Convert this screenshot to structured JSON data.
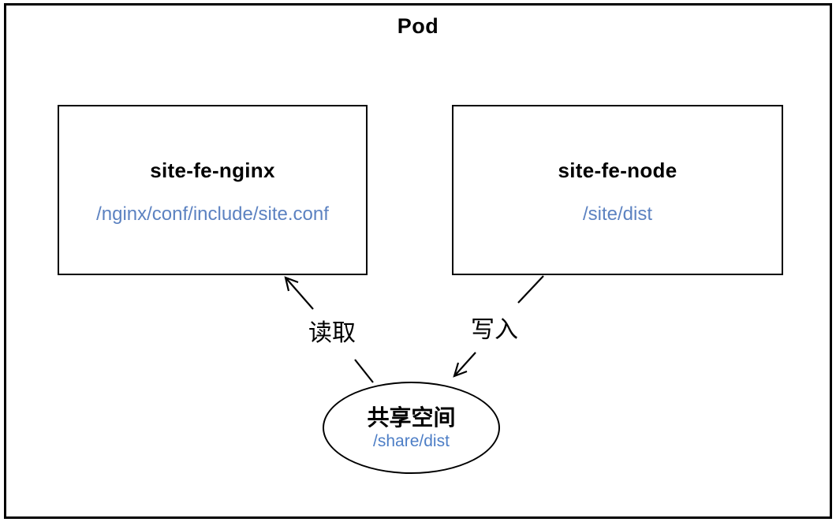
{
  "diagram": {
    "title": "Pod",
    "containers": [
      {
        "name": "site-fe-nginx",
        "path": "/nginx/conf/include/site.conf"
      },
      {
        "name": "site-fe-node",
        "path": "/site/dist"
      }
    ],
    "volume": {
      "name": "共享空间",
      "path": "/share/dist"
    },
    "arrows": [
      {
        "label": "读取",
        "from": "共享空间",
        "to": "site-fe-nginx"
      },
      {
        "label": "写入",
        "from": "site-fe-node",
        "to": "共享空间"
      }
    ],
    "colors": {
      "frame_border": "#000000",
      "container_path_text": "#5c82c1",
      "volume_path_text": "#4d7ec6"
    }
  }
}
